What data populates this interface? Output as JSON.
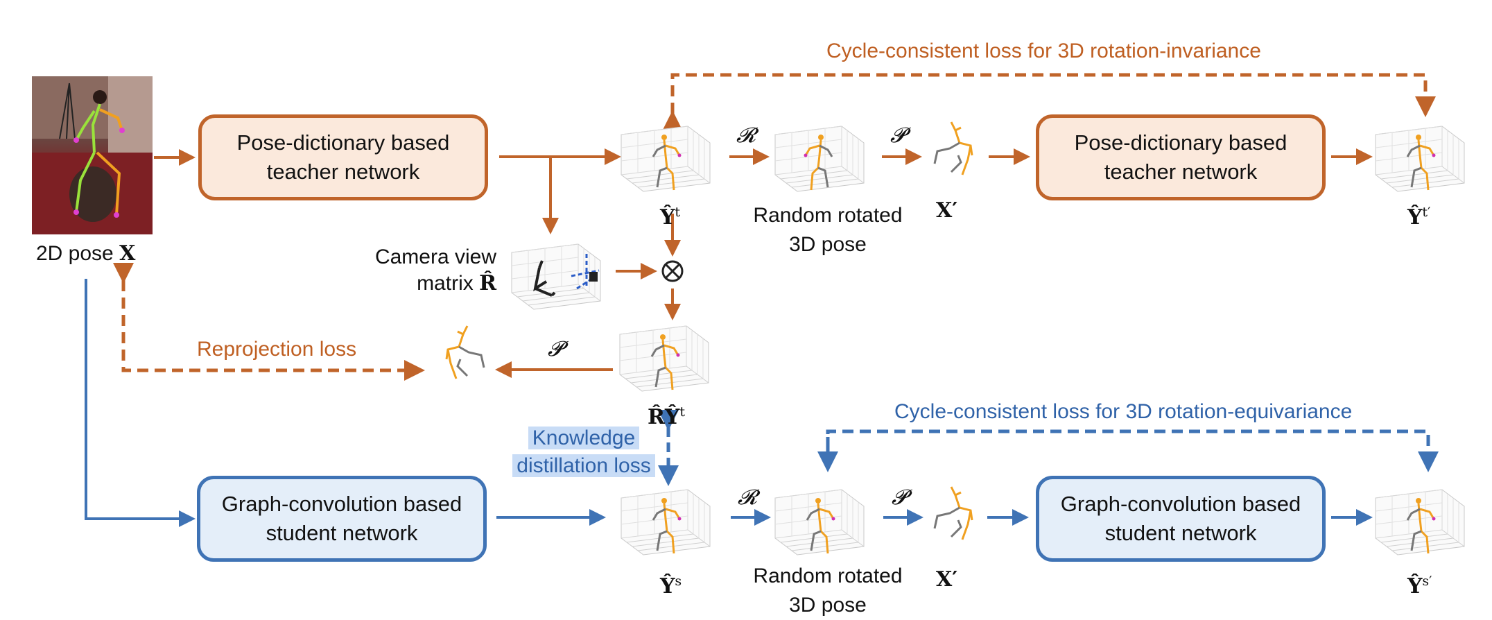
{
  "input": {
    "label_text": "2D pose ",
    "label_symbol": "X"
  },
  "teacher": {
    "line1": "Pose-dictionary based",
    "line2": "teacher network"
  },
  "student": {
    "line1": "Graph-convolution based",
    "line2": "student network"
  },
  "camera": {
    "line1": "Camera view",
    "line2": "matrix ",
    "symbol": "R̂"
  },
  "symbols": {
    "y_teacher": "Ŷ",
    "y_teacher_sup": "t",
    "y_teacher_prime_sup": "t′",
    "y_student": "Ŷ",
    "y_student_sup": "s",
    "y_student_prime_sup": "s′",
    "x_prime": "X′",
    "rotation": "𝓡",
    "projection": "𝓟",
    "otimes": "⊗",
    "rotated_pose": "R̂Ŷ",
    "rotated_pose_sup": "t"
  },
  "random_rotated": {
    "line1": "Random rotated",
    "line2": "3D pose"
  },
  "losses": {
    "cycle_invariance": "Cycle-consistent loss for 3D rotation-invariance",
    "cycle_equivariance": "Cycle-consistent loss for 3D rotation-equivariance",
    "reprojection": "Reprojection loss",
    "kd_line1": "Knowledge",
    "kd_line2": "distillation loss"
  },
  "colors": {
    "teacher_accent": "#c0642a",
    "student_accent": "#3f73b5",
    "teacher_fill": "#fbe9dc",
    "student_fill": "#e4eef9"
  }
}
